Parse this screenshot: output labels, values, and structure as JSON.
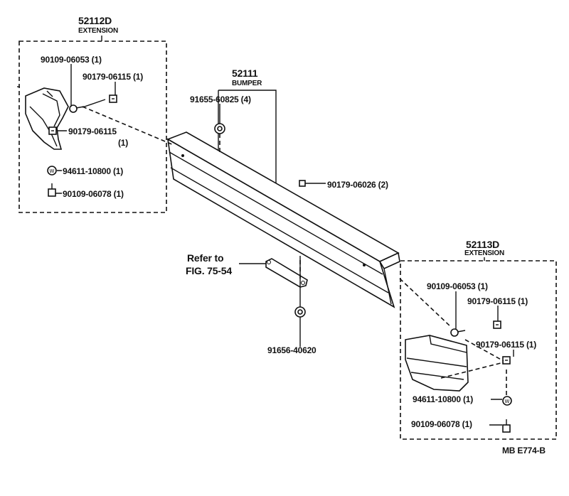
{
  "groups": {
    "left_extension": {
      "number": "52112D",
      "name": "EXTENSION"
    },
    "bumper": {
      "number": "52111",
      "name": "BUMPER"
    },
    "right_extension": {
      "number": "52113D",
      "name": "EXTENSION"
    }
  },
  "callouts": {
    "l_bolt": "90109-06053 (1)",
    "l_nut": "90179-06115 (1)",
    "l_nut2": "90179-06115",
    "l_nut2_qty": "(1)",
    "l_washer": "94611-10800 (1)",
    "l_bolt2": "90109-06078 (1)",
    "b_clip": "91655-60825 (4)",
    "b_nut": "90179-06026 (2)",
    "b_clip2": "91656-40620",
    "r_bolt": "90109-06053 (1)",
    "r_nut": "90179-06115 (1)",
    "r_nut2": "90179-06115 (1)",
    "r_washer": "94611-10800 (1)",
    "r_bolt2": "90109-06078 (1)"
  },
  "reference": {
    "line1": "Refer to",
    "line2": "FIG. 75-54"
  },
  "footer_code": "MB  E774-B"
}
